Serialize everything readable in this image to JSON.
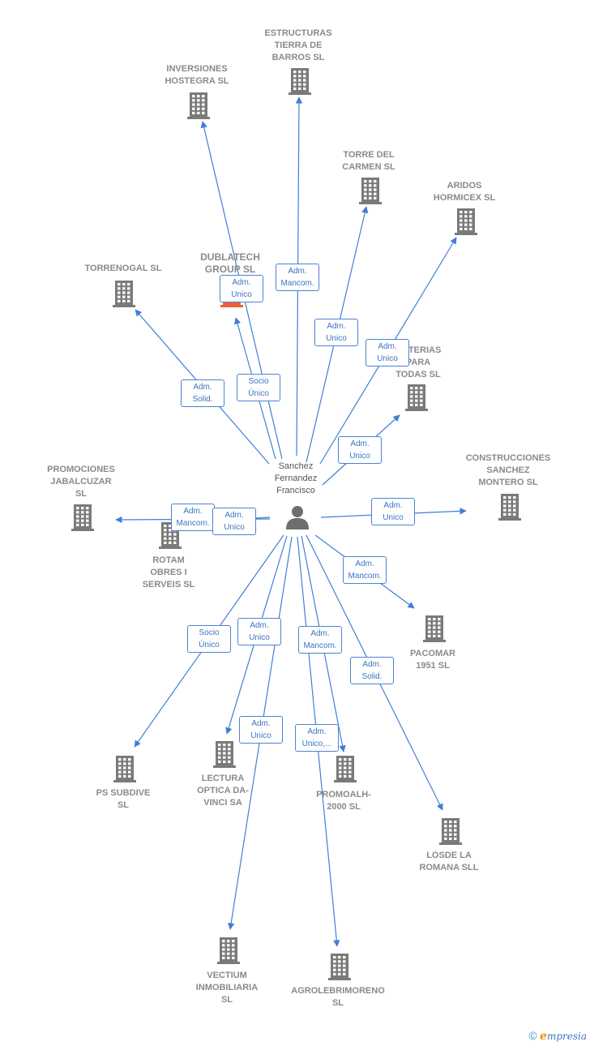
{
  "center": {
    "name": "Sanchez\nFernandez\nFrancisco",
    "icon": "person-icon"
  },
  "colors": {
    "edge": "#3f7fd6",
    "building": "#7a7a7a",
    "highlight": "#e8623a",
    "text": "#8a8a8a"
  },
  "companies": [
    {
      "id": "estructuras",
      "name": "ESTRUCTURAS\nTIERRA DE\nBARROS SL",
      "edge": "Adm.\nMancom."
    },
    {
      "id": "inversiones",
      "name": "INVERSIONES\nHOSTEGRA SL",
      "edge": "Adm.\nUnico"
    },
    {
      "id": "torre",
      "name": "TORRE DEL\nCARMEN SL",
      "edge": "Adm.\nUnico"
    },
    {
      "id": "aridos",
      "name": "ARIDOS\nHORMICEX SL",
      "edge": "Adm.\nUnico"
    },
    {
      "id": "dublatech",
      "name": "DUBLATECH\nGROUP SL",
      "edge": "Socio\nÚnico"
    },
    {
      "id": "torrenogal",
      "name": "TORRENOGAL SL",
      "edge": "Adm.\nSolid."
    },
    {
      "id": "materias",
      "name": "MATERIAS\nPARA\nTODAS SL",
      "edge": "Adm.\nUnico"
    },
    {
      "id": "promociones",
      "name": "PROMOCIONES\nJABALCUZAR\nSL",
      "edge": "Adm.\nMancom."
    },
    {
      "id": "rotam",
      "name": "ROTAM\nOBRES I\nSERVEIS SL",
      "edge": "Adm.\nUnico"
    },
    {
      "id": "construcciones",
      "name": "CONSTRUCCIONES\nSANCHEZ\nMONTERO SL",
      "edge": "Adm.\nUnico"
    },
    {
      "id": "pacomar",
      "name": "PACOMAR\n1951 SL",
      "edge": "Adm.\nMancom."
    },
    {
      "id": "ps",
      "name": "PS SUBDIVE\nSL",
      "edge": "Socio\nÚnico"
    },
    {
      "id": "lectura",
      "name": "LECTURA\nOPTICA DA-\nVINCI SA",
      "edge": "Adm.\nUnico"
    },
    {
      "id": "promoalh",
      "name": "PROMOALH-\n2000 SL",
      "edge": "Adm.\nMancom."
    },
    {
      "id": "losde",
      "name": "LOSDE LA\nROMANA SLL",
      "edge": "Adm.\nSolid."
    },
    {
      "id": "vectium",
      "name": "VECTIUM\nINMOBILIARIA\nSL",
      "edge": "Adm.\nUnico"
    },
    {
      "id": "agrolebrimoreno",
      "name": "AGROLEBRIMORENO\nSL",
      "edge": "Adm.\nUnico,..."
    }
  ],
  "footer": {
    "copyright": "©",
    "brand_first": "e",
    "brand_rest": "mpresia"
  }
}
